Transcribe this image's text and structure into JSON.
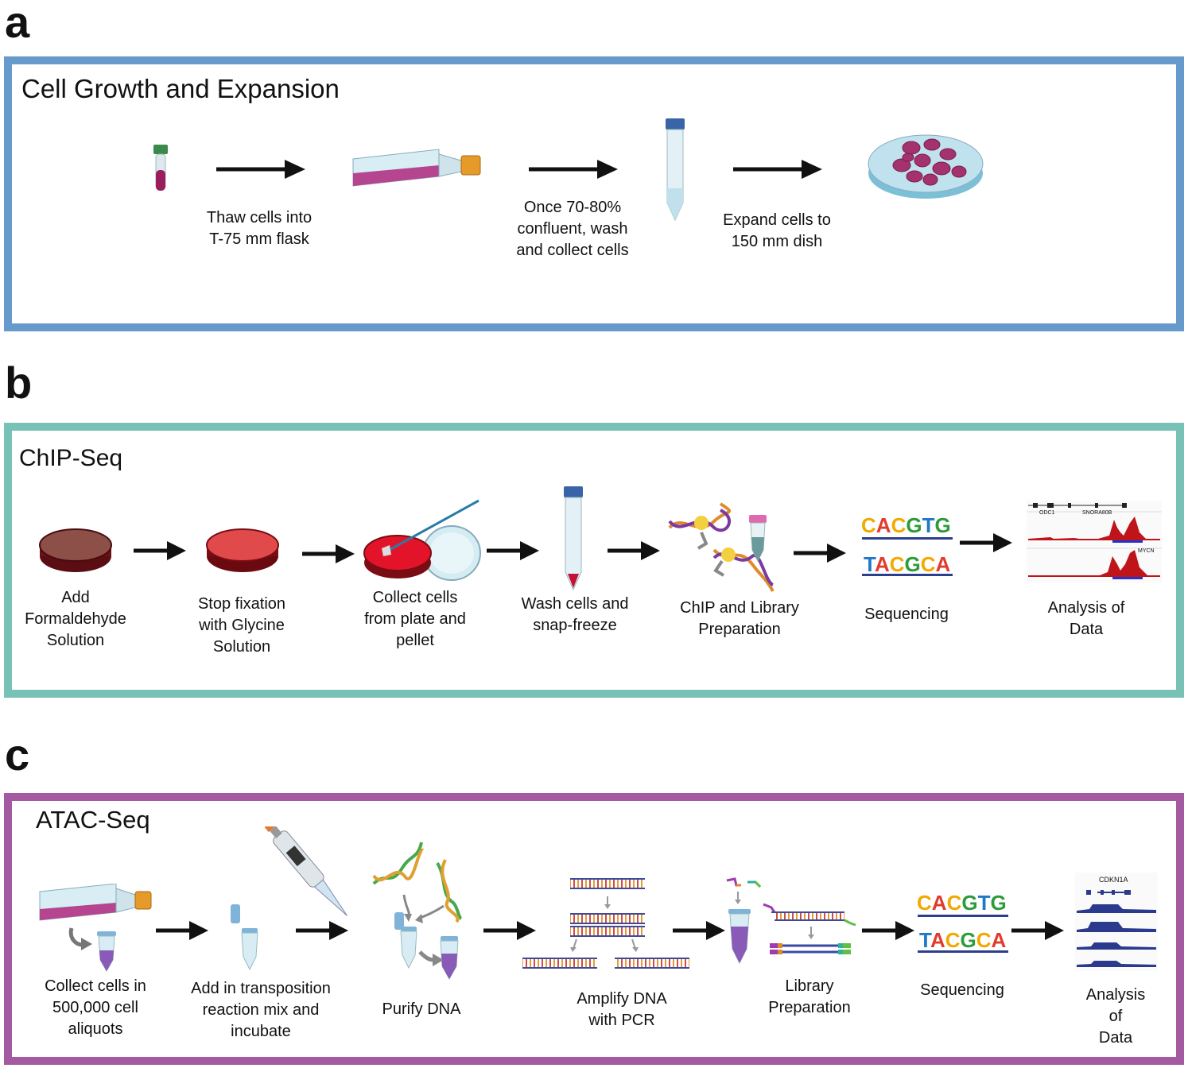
{
  "panels": {
    "a": {
      "letter": "a",
      "title": "Cell Growth and Expansion",
      "border_color": "#6699cc",
      "steps": [
        "Thaw cells into\nT-75 mm flask",
        "Once 70-80%\nconfluent, wash\nand collect cells",
        "Expand cells to\n150 mm dish"
      ]
    },
    "b": {
      "letter": "b",
      "title": "ChIP-Seq",
      "border_color": "#77c1b6",
      "steps": [
        "Add\nFormaldehyde\nSolution",
        "Stop fixation\nwith Glycine\nSolution",
        "Collect cells\nfrom plate and\npellet",
        "Wash cells and\nsnap-freeze",
        "ChIP and Library\nPreparation",
        "Sequencing",
        "Analysis of\nData"
      ],
      "seq_top": [
        "C",
        "A",
        "C",
        "G",
        "T",
        "G"
      ],
      "seq_bottom": [
        "T",
        "A",
        "C",
        "G",
        "C",
        "A"
      ],
      "track_labels": [
        "ODC1",
        "SNORA80B",
        "MYCN"
      ]
    },
    "c": {
      "letter": "c",
      "title": "ATAC-Seq",
      "border_color": "#a35aa0",
      "steps": [
        "Collect cells in\n500,000 cell\naliquots",
        "Add in transposition\nreaction mix and\nincubate",
        "Purify DNA",
        "Amplify DNA\nwith PCR",
        "Library\nPreparation",
        "Sequencing",
        "Analysis of\nData"
      ],
      "seq_top": [
        "C",
        "A",
        "C",
        "G",
        "T",
        "G"
      ],
      "seq_bottom": [
        "T",
        "A",
        "C",
        "G",
        "C",
        "A"
      ],
      "track_label": "CDKN1A"
    }
  },
  "colors": {
    "base_C": "#f2a900",
    "base_A": "#e23b2e",
    "base_G": "#2e9b3a",
    "base_T": "#1f78c8",
    "seq_line": "#2b3f8c",
    "peak_red": "#c0141b",
    "track_blue": "#2b3a8c"
  }
}
